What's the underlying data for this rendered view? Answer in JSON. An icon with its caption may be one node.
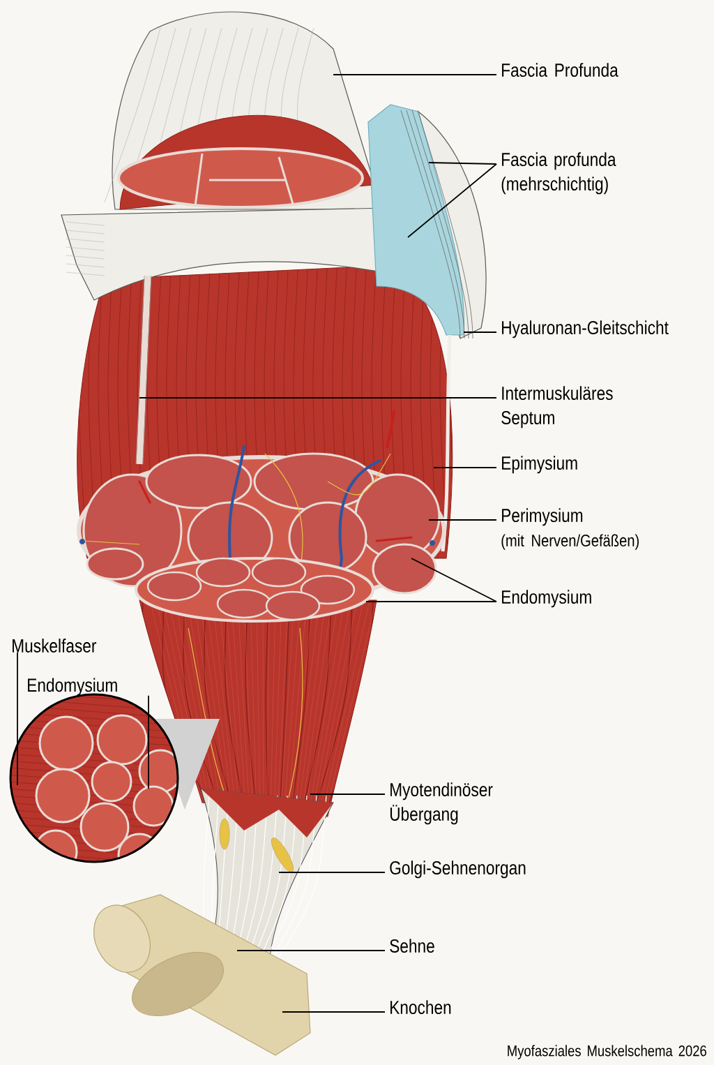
{
  "diagram": {
    "caption": "Myofasziales Muskelschema 2026",
    "nodes": [
      {
        "text": [
          "Fascia Profunda"
        ]
      },
      {
        "text": [
          "Fascia profunda (mehrschichtig)"
        ]
      },
      {
        "text": [
          "Hyaluronan-Gleitschicht"
        ]
      },
      {
        "text": [
          "Intermuskuläres Septum"
        ]
      },
      {
        "text": [
          "Epimysium"
        ]
      },
      {
        "text": [
          "Perimysium",
          "(mit Nerven/Gefäßen)"
        ]
      },
      {
        "text": [
          "Endomysium"
        ]
      },
      {
        "text": [
          "Muskelfaser"
        ]
      },
      {
        "text": [
          "Endomysium"
        ]
      },
      {
        "text": [
          "Myotendinöser Übergang"
        ]
      },
      {
        "text": [
          "Golgi-Sehnenorgan"
        ]
      },
      {
        "text": [
          "Sehne"
        ]
      },
      {
        "text": [
          "Knochen"
        ]
      }
    ],
    "edges": [
      {
        "from": 0,
        "to": null,
        "arrow": "none"
      },
      {
        "from": 1,
        "to": null,
        "arrow": "none"
      },
      {
        "from": 1,
        "to": null,
        "arrow": "none"
      },
      {
        "from": 2,
        "to": null,
        "arrow": "none"
      },
      {
        "from": 3,
        "to": null,
        "arrow": "none"
      },
      {
        "from": 4,
        "to": null,
        "arrow": "none"
      },
      {
        "from": 5,
        "to": null,
        "arrow": "none"
      },
      {
        "from": 6,
        "to": null,
        "arrow": "none"
      },
      {
        "from": 6,
        "to": null,
        "arrow": "none"
      },
      {
        "from": 7,
        "to": null,
        "arrow": "none"
      },
      {
        "from": 8,
        "to": null,
        "arrow": "none"
      },
      {
        "from": 9,
        "to": null,
        "arrow": "none"
      },
      {
        "from": 10,
        "to": null,
        "arrow": "none"
      },
      {
        "from": 11,
        "to": null,
        "arrow": "none"
      },
      {
        "from": 12,
        "to": null,
        "arrow": "none"
      }
    ]
  }
}
